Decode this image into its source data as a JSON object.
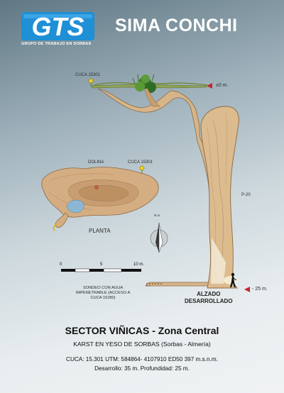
{
  "header": {
    "logo_text": "GTS",
    "logo_subtitle": "GRUPO DE TRABAJO EN SORBAS",
    "title": "SIMA CONCHI"
  },
  "labels": {
    "cuca_top": "CUCA 15301",
    "cuca_plan": "CUCA 15301",
    "dolina": "DOLINA",
    "planta": "PLANTA",
    "north": "N.m.",
    "depth_zero": "±0 m.",
    "depth_bottom": "- 25 m.",
    "pit": "P-20",
    "sondeo": "SONDEO CON AGUA IMPENETRABLE (ACCESO A CUCA 15280)",
    "alzado_1": "ALZADO",
    "alzado_2": "DESARROLLADO"
  },
  "scale": {
    "ticks": [
      "0",
      "5",
      "10 m."
    ]
  },
  "footer": {
    "sector": "SECTOR VIÑICAS - Zona Central",
    "karst": "KARST EN YESO DE SORBAS (Sorbas - Almería)",
    "cuca_line": "CUCA: 15.301    UTM: 584864- 4107910 ED50  397 m.s.n.m.",
    "desarrollo_line": "Desarrollo: 35 m.    Profundidad: 25 m."
  },
  "colors": {
    "cave_fill": "#d7b589",
    "cave_stroke": "#8a6a44",
    "marker_red": "#c1272d",
    "marker_yellow": "#f2d21b",
    "logo_blue": "#1f8fd6"
  }
}
